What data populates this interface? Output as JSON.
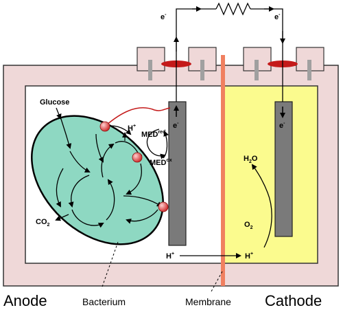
{
  "labels": {
    "anode": "Anode",
    "cathode": "Cathode",
    "bacterium": "Bacterium",
    "membrane": "Membrane",
    "glucose": "Glucose",
    "electron": "e",
    "electron_charge": "-",
    "proton": "H",
    "proton_charge": "+",
    "med": "MED",
    "med_red": "red",
    "med_ox": "ox",
    "co2_main": "CO",
    "co2_sub": "2",
    "h2o_h": "H",
    "h2o_sub": "2",
    "h2o_o": "O",
    "o2_main": "O",
    "o2_sub": "2"
  },
  "colors": {
    "chamber_wall": "#efd8d8",
    "cathode_liquid": "#fbfb8e",
    "bacterium_fill": "#8ed8c2",
    "electrode": "#7a7a7a",
    "membrane": "#f08060",
    "wire_seal": "#c41a1a",
    "enzyme": "#e05050"
  }
}
